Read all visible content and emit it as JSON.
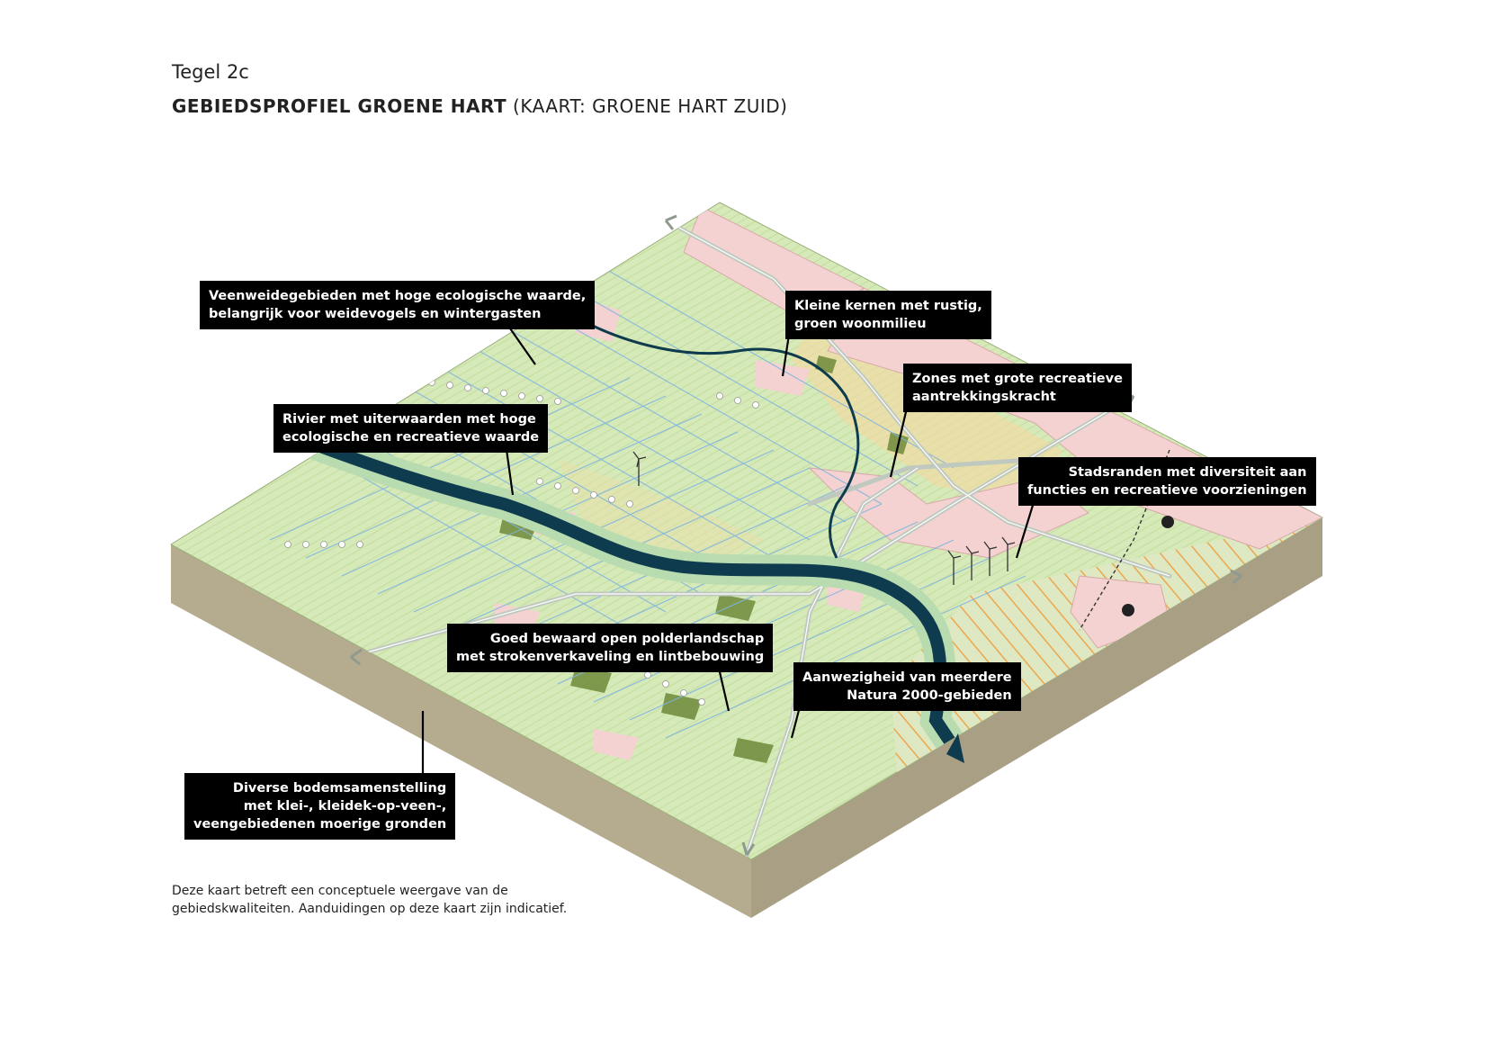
{
  "header": {
    "subtitle": "Tegel 2c",
    "title_bold": "GEBIEDSPROFIEL GROENE HART",
    "title_extra": "(KAART: GROENE HART ZUID)"
  },
  "labels": {
    "veenweide": [
      "Veenweidegebieden met hoge ecologische waarde,",
      "belangrijk voor weidevogels en wintergasten"
    ],
    "kernen": [
      "Kleine kernen met rustig,",
      "groen woonmilieu"
    ],
    "zones": [
      "Zones met grote recreatieve",
      "aantrekkingskracht"
    ],
    "rivier": [
      "Rivier met uiterwaarden met hoge",
      "ecologische en recreatieve waarde"
    ],
    "stadsranden": [
      "Stadsranden met diversiteit aan",
      "functies en recreatieve voorzieningen"
    ],
    "polder": [
      "Goed bewaard open polderlandschap",
      "met strokenverkaveling en lintbebouwing"
    ],
    "natura": [
      "Aanwezigheid van meerdere",
      "Natura 2000-gebieden"
    ],
    "bodem": [
      "Diverse bodemsamenstelling",
      "met klei-, kleidek-op-veen-,",
      "veengebiedenen moerige gronden"
    ]
  },
  "footnote": [
    "Deze kaart betreft een conceptuele weergave van de",
    "gebiedskwaliteiten. Aanduidingen op deze kaart zijn indicatief."
  ],
  "colors": {
    "meadow": "#d6e9b8",
    "urban": "#f5d2d2",
    "river": "#0e3b4d",
    "water_line": "#7fb4e0",
    "road": "#c8d0c8",
    "soil": "#b5ab8f",
    "forest": "#6e8a3a",
    "recreation": "#f5d9a0",
    "industry_hatch": "#f0a040"
  },
  "icons": [
    "wind-turbine-icon",
    "train-station-icon",
    "arrow-icon"
  ]
}
